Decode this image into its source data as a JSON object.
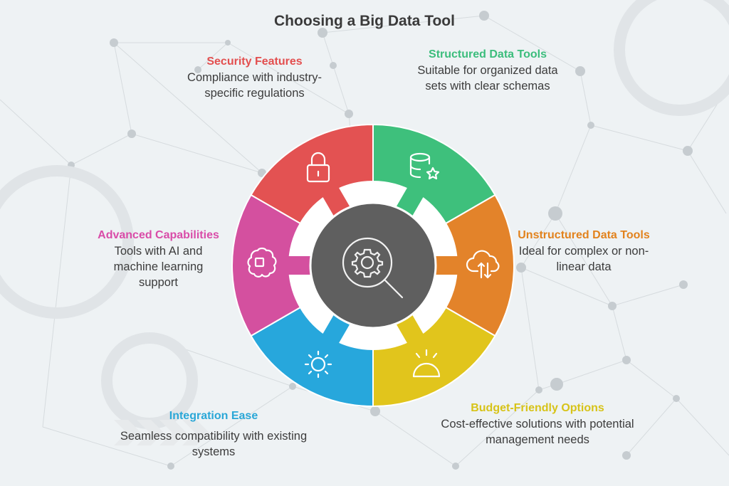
{
  "title": "Choosing a Big Data Tool",
  "segments": [
    {
      "id": "security",
      "heading": "Security Features",
      "description": "Compliance with industry-specific regulations",
      "color": "#e35252",
      "icon": "lock-icon"
    },
    {
      "id": "structured",
      "heading": "Structured Data Tools",
      "description": "Suitable for organized data sets with clear schemas",
      "color": "#3ec07c",
      "icon": "database-star-icon"
    },
    {
      "id": "unstructured",
      "heading": "Unstructured Data Tools",
      "description": "Ideal for complex or non-linear data",
      "color": "#e3832a",
      "icon": "cloud-transfer-icon"
    },
    {
      "id": "budget",
      "heading": "Budget-Friendly Options",
      "description": "Cost-effective solutions with potential management needs",
      "color": "#e1c51c",
      "icon": "sunrise-icon"
    },
    {
      "id": "integration",
      "heading": "Integration Ease",
      "description": "Seamless compatibility with existing systems",
      "color": "#27a7dc",
      "icon": "sun-icon"
    },
    {
      "id": "advanced",
      "heading": "Advanced Capabilities",
      "description": "Tools with AI and machine learning support",
      "color": "#d4509f",
      "icon": "brain-chip-icon"
    }
  ],
  "center": {
    "color": "#5f5f5f",
    "icon": "gear-search-icon"
  }
}
